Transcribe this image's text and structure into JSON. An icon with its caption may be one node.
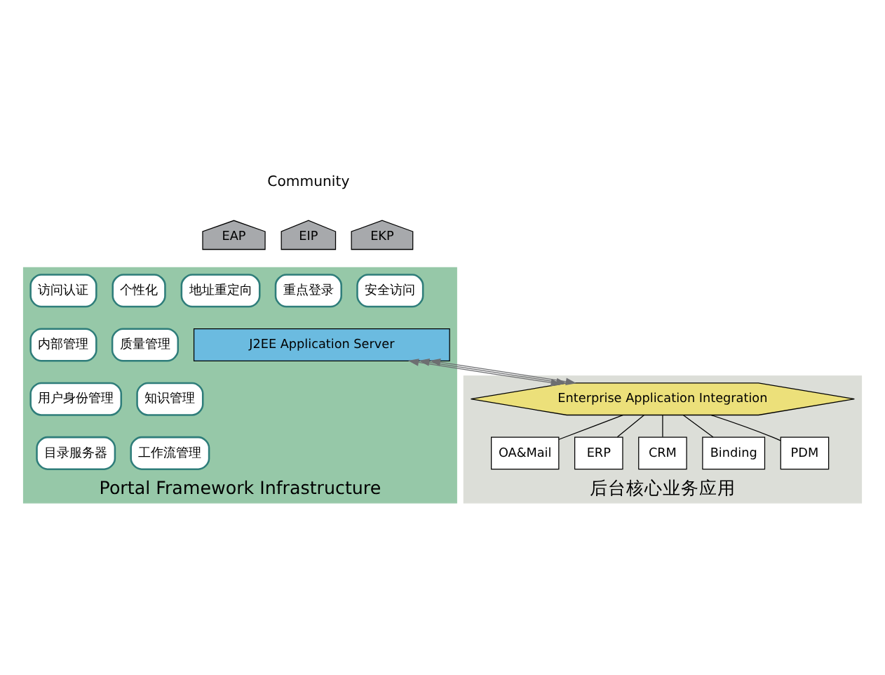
{
  "diagram": {
    "nodes": [
      {
        "text": [
          "EAP"
        ]
      },
      {
        "text": [
          "EIP"
        ]
      },
      {
        "text": [
          "EKP"
        ]
      },
      {
        "text": [
          "Portal Framework Infrastructure"
        ]
      },
      {
        "text": [
          "访问认证"
        ],
        "in": 3
      },
      {
        "text": [
          "个性化"
        ],
        "in": 3
      },
      {
        "text": [
          "重点登录"
        ],
        "in": 3
      },
      {
        "text": [
          "安全访问"
        ],
        "in": 3
      },
      {
        "text": [
          "地址重定向"
        ],
        "in": 3
      },
      {
        "text": [
          "内部管理"
        ],
        "in": 3
      },
      {
        "text": [
          "质量管理"
        ],
        "in": 3
      },
      {
        "text": [
          "用户身份管理"
        ],
        "in": 3
      },
      {
        "text": [
          "知识管理"
        ],
        "in": 3
      },
      {
        "text": [
          "目录服务器"
        ],
        "in": 3
      },
      {
        "text": [
          "工作流管理"
        ],
        "in": 3
      },
      {
        "text": [
          "J2EE Application Server"
        ],
        "in": 3
      },
      {
        "text": [
          "后台核心业务应用"
        ]
      },
      {
        "text": [
          "Enterprise Application Integration"
        ],
        "in": 16
      },
      {
        "text": [
          "Binding"
        ],
        "in": 16
      },
      {
        "text": [
          "PDM"
        ],
        "in": 16
      },
      {
        "text": [
          "OA&Mail"
        ],
        "in": 16
      },
      {
        "text": [
          "ERP"
        ],
        "in": 16
      },
      {
        "text": [
          "CRM"
        ],
        "in": 16
      }
    ],
    "edges": [
      {
        "from": 15,
        "to": 17,
        "arrow": "both",
        "color": "#6d6e71"
      },
      {
        "from": 15,
        "to": 17,
        "arrow": "both",
        "color": "#6d6e71"
      },
      {
        "from": 15,
        "to": 17,
        "arrow": "both",
        "color": "#6d6e71"
      },
      {
        "from": 17,
        "to": 18,
        "arrow": "none"
      },
      {
        "from": 17,
        "to": 19,
        "arrow": "none"
      },
      {
        "from": 17,
        "to": 20,
        "arrow": "none"
      },
      {
        "from": 17,
        "to": 21,
        "arrow": "none"
      },
      {
        "from": 17,
        "to": 22,
        "arrow": "none"
      }
    ],
    "labels": [
      "Community"
    ]
  }
}
